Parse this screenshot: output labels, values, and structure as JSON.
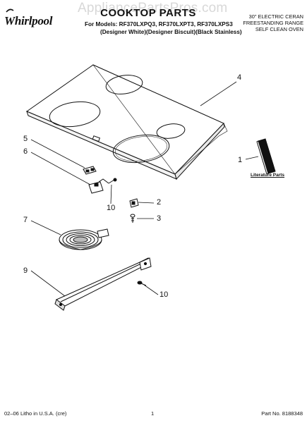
{
  "header": {
    "brand": "Whirlpool",
    "watermark": "AppliancePartsPros.com",
    "title": "COOKTOP PARTS",
    "models": "For Models: RF370LXPQ3, RF370LXPT3, RF370LXPS3",
    "variants": "(Designer White)(Designer Biscuit)(Black Stainless)",
    "range_lines": [
      "30\" ELECTRIC CERAN",
      "FREESTANDING RANGE",
      "SELF CLEAN OVEN"
    ]
  },
  "callouts": [
    {
      "label": "1"
    },
    {
      "label": "2"
    },
    {
      "label": "3"
    },
    {
      "label": "4"
    },
    {
      "label": "5"
    },
    {
      "label": "6"
    },
    {
      "label": "7"
    },
    {
      "label": "9"
    },
    {
      "label": "10"
    },
    {
      "label": "10"
    }
  ],
  "literature_label": "Literature Parts",
  "footer": {
    "left": "02–06 Litho in U.S.A. (cre)",
    "center": "1",
    "right": "Part No. 8188348"
  }
}
